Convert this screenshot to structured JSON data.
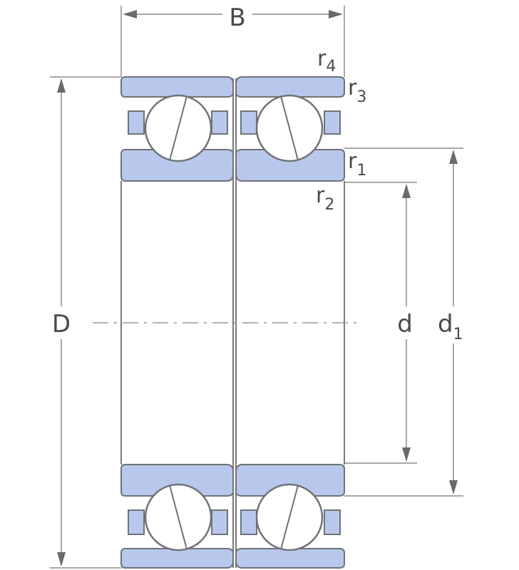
{
  "labels": {
    "width": "B",
    "outer_diameter": "D",
    "bore_diameter": "d",
    "shoulder_diameter": {
      "main": "d",
      "sub": "1"
    },
    "chamfers": [
      {
        "main": "r",
        "sub": "4"
      },
      {
        "main": "r",
        "sub": "3"
      },
      {
        "main": "r",
        "sub": "1"
      },
      {
        "main": "r",
        "sub": "2"
      }
    ]
  },
  "colors": {
    "ring_fill": "#b8c8ec",
    "outline": "#6f7276",
    "dimension_line": "#8a8a8a",
    "text": "#4a4a4a"
  }
}
